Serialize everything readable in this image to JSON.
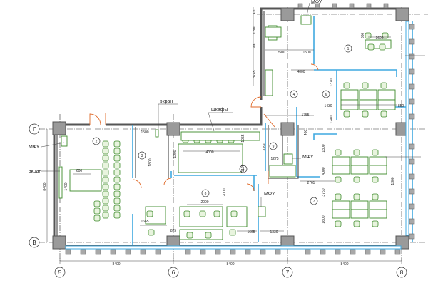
{
  "labels": {
    "mfu_top": "МФУ",
    "ekran_top": "экран",
    "shkafy": "шкафы",
    "mfu_left": "МФУ",
    "ekran_left": "экран",
    "mfu_mid": "МФУ",
    "mfu_bottom": "МФУ"
  },
  "axes": {
    "grid_5": "5",
    "grid_6": "6",
    "grid_7": "7",
    "grid_8": "8",
    "grid_G": "Г",
    "grid_V": "В"
  },
  "rooms": {
    "r1": "1",
    "r2": "2",
    "r3": "3",
    "r4": "4",
    "r5": "5",
    "r6": "6",
    "r7": "7",
    "r8": "8",
    "r9": "9"
  },
  "dimensions": {
    "span_5_6": "8400",
    "span_6_7": "8400",
    "span_7_8": "8400",
    "left_vertical": "8400",
    "d410": "410",
    "d1200": "1200",
    "d900": "900",
    "d3745": "3745",
    "d2500": "2500",
    "d1500_top": "1500",
    "d1600_a": "1600",
    "d800": "800",
    "d4000_top": "4000",
    "d1370": "1370",
    "d1430": "1430",
    "d850": "850",
    "d1755": "1755",
    "d1240": "1240",
    "d400": "400",
    "d1500_mid": "1500",
    "d1800": "1800",
    "d1200_b": "1200",
    "d4000_mid": "4000",
    "d1055": "1055",
    "d1100": "1100",
    "d3390": "3390",
    "d1275": "1275",
    "d1300_a": "1300",
    "d4000_r": "4000",
    "d2765": "2765",
    "d1300_b": "1300",
    "d3760": "3760",
    "d1600_b": "1600",
    "d600": "600",
    "d1400": "1400",
    "d2000_a": "2000",
    "d2000_b": "2000",
    "d1665": "1665",
    "d825": "825",
    "d1665_b": "1665",
    "d1330": "1330"
  }
}
